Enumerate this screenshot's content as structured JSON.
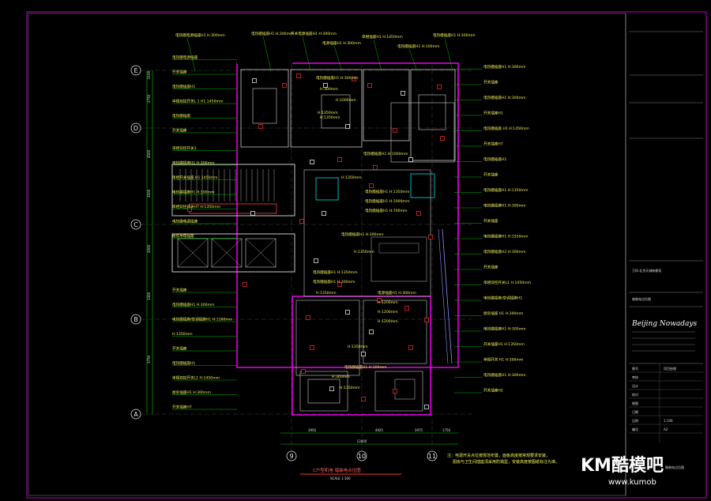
{
  "drawing": {
    "title": "C户型机电 暗装电点位图",
    "scale": "SCALE 1:100",
    "note_lines": [
      "注：电源开关点位按规范布置，面板高度按常规要求安装，",
      "厨房与卫生间插座须采用防溅型，安装高度按图纸标注为准。"
    ]
  },
  "axes": {
    "rows": [
      "E",
      "D",
      "C",
      "B",
      "A"
    ],
    "cols": [
      "9",
      "10",
      "11"
    ],
    "bottom_dims": [
      "3950",
      "4925",
      "3975",
      "1750"
    ],
    "bottom_total": "13000",
    "left_dims": [
      "2100",
      "2750",
      "4500",
      "3500",
      "2000",
      "3300",
      "3750"
    ]
  },
  "labels_left": [
    "电热膜电源插座",
    "开关插座",
    "电热膜插座H1",
    "单相双控开关L 1 H1 1450mm",
    "电热膜插座",
    "开关插座",
    "单相双控开关3",
    "电热膜插座H1 H:300mm",
    "单相开关插座 H1 1450mm",
    "电热膜插座H1 H:300mm",
    "单相双控开关H7 H:1350mm",
    "电热膜电源插座",
    "厨房用电插座",
    "开关插座",
    "电热膜插座H1 H:300mm",
    "电热膜插座/空调插座H1 H:1160mm",
    "H:1350mm",
    "开关插座",
    "电热膜插座H1",
    "单相双控开关L1 H:1450mm",
    "厨房插座H1 H:300mm",
    "开关插座H7",
    "电热膜插座H1",
    "单相双控开关L1 H:1450mm",
    "开关插座"
  ],
  "labels_top": [
    "电热膜电源插座H1 H:300mm",
    "电热膜插座H1 H:300mm",
    "开关电源插座H1 H:300mm",
    "电源插座H1 H:300mm",
    "单相插座H1 H:1450mm",
    "电热膜插座H1 H:100mm",
    "电热膜插座H1 H:300mm"
  ],
  "labels_right": [
    "电热膜插座H1 H:300mm",
    "开关插座",
    "电热膜插座H1 H:300mm",
    "开关插座H1",
    "电热膜插座 H1 H:1450mm",
    "开关插座H7",
    "电热膜插座H1",
    "开关插座",
    "电热膜插座H1 H:1350mm",
    "电热膜插座H1 H:300mm",
    "开关插座",
    "电热膜插座H1 H:1550mm",
    "电热膜插座H2 H:300mm",
    "开关插座",
    "单相双控开关L1 H:1450mm",
    "电热膜插座/空调插座H1",
    "厨房插座 H1 H:300mm",
    "电热膜插座H1 H:300mm",
    "开关插座H1 H:1350mm",
    "单相开关 H1 H:300mm",
    "电热膜插座H1 H:300mm",
    "开关插座H2"
  ],
  "labels_center": [
    "电热膜插座H1 H:300mm",
    "H:300mm",
    "H:1350mm",
    "H:1000mm",
    "H:1350mm",
    "电热膜插座H1 H:1000mm",
    "H:1350mm",
    "电热膜插座H1 H:1350mm",
    "电热膜插座H1 H:1000mm",
    "电热膜插座H1 H:700mm",
    "电热膜插座H1 H:300mm",
    "H:1350mm",
    "电热膜插座H1 H:1350mm",
    "电热膜插座H1 H:300mm",
    "H:1350mm",
    "电源插座H1 H:300mm",
    "H:1200mm",
    "H:1200mm",
    "H:1200mm",
    "H:1350mm",
    "电热膜插座H1 H:300mm",
    "H:300mm",
    "H:1350mm"
  ],
  "title_block": {
    "project": "万科·北京天城新都苑",
    "drawing_name": "暗装电点位图",
    "brand": "Beijing Nowadays",
    "fields": [
      "图号",
      "审核",
      "设计",
      "校对",
      "制图",
      "日期",
      "比例",
      "编号"
    ],
    "values": [
      "项目经理",
      "",
      "",
      "",
      "",
      "",
      "1:100",
      "A2"
    ],
    "sheet_title": "暗装电点位图"
  },
  "watermark": {
    "logo": "KM酷模吧",
    "url": "www.kumob"
  },
  "colors": {
    "frame": "#b000b0",
    "labels": "#f2f25a",
    "walls": "#ff00ff",
    "leaders": "#00e000",
    "background": "#000000"
  }
}
